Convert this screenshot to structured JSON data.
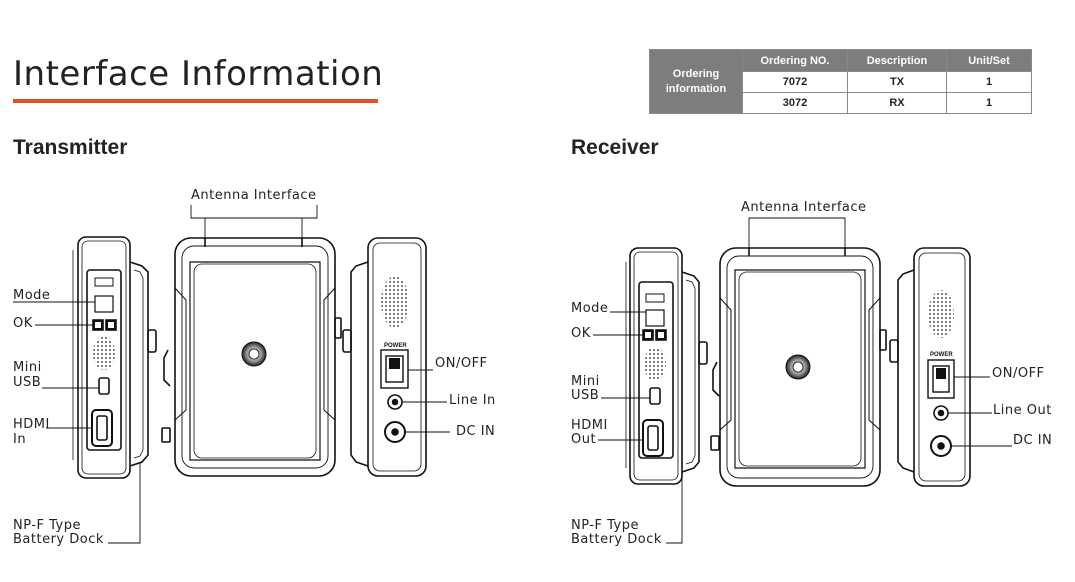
{
  "page": {
    "title": "Interface Information",
    "transmitter_heading": "Transmitter",
    "receiver_heading": "Receiver",
    "accent_color": "#e0532a"
  },
  "ordering": {
    "side_label": [
      "Ordering",
      "information"
    ],
    "headers": [
      "Ordering NO.",
      "Description",
      "Unit/Set"
    ],
    "rows": [
      [
        "7072",
        "TX",
        "1"
      ],
      [
        "3072",
        "RX",
        "1"
      ]
    ]
  },
  "transmitter": {
    "antenna": "Antenna Interface",
    "mode": "Mode",
    "ok": "OK",
    "mini_usb": [
      "Mini",
      "USB"
    ],
    "hdmi": [
      "HDMI",
      "In"
    ],
    "battery": [
      "NP-F Type",
      "Battery Dock"
    ],
    "on_off": "ON/OFF",
    "line": "Line In",
    "dc": "DC IN",
    "power_text": "POWER"
  },
  "receiver": {
    "antenna": "Antenna Interface",
    "mode": "Mode",
    "ok": "OK",
    "mini_usb": [
      "Mini",
      "USB"
    ],
    "hdmi": [
      "HDMI",
      "Out"
    ],
    "battery": [
      "NP-F Type",
      "Battery Dock"
    ],
    "on_off": "ON/OFF",
    "line": "Line Out",
    "dc": "DC IN",
    "power_text": "POWER"
  }
}
